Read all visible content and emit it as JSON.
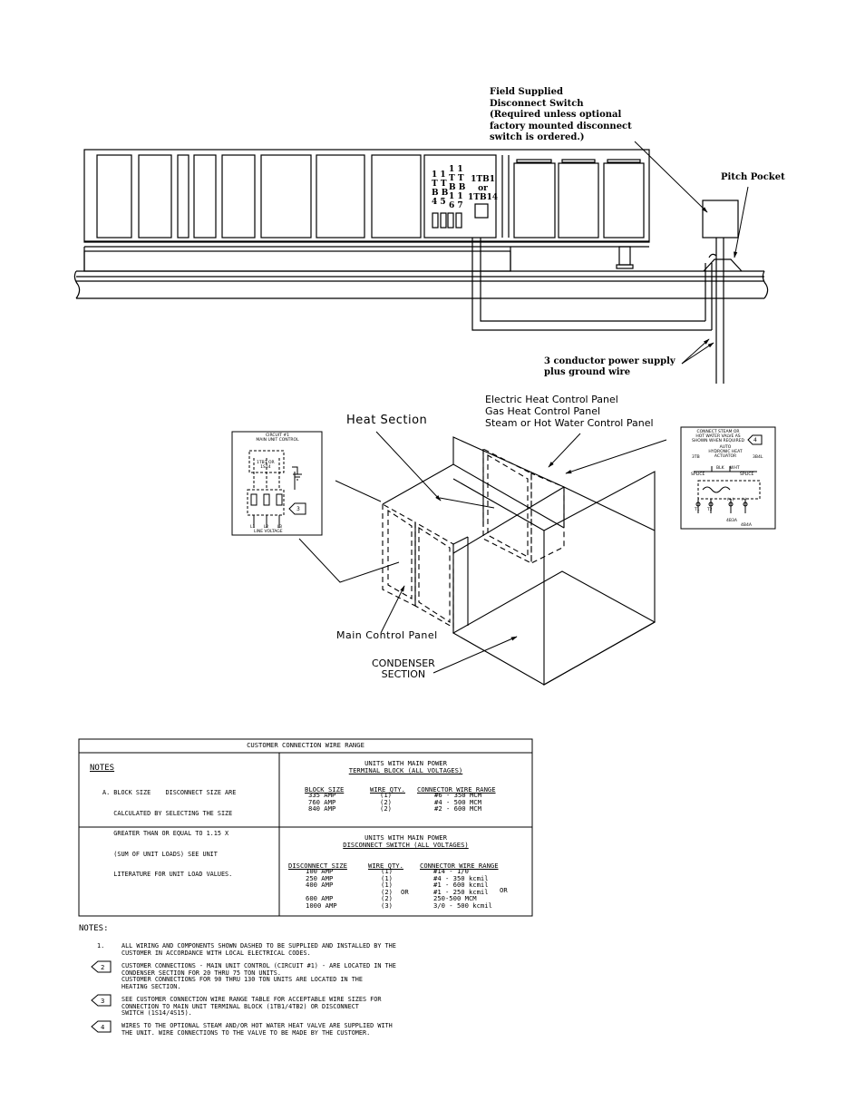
{
  "top": {
    "disconnect_label": [
      "Field Supplied",
      "Disconnect Switch",
      "(Required unless optional",
      "factory mounted disconnect",
      "switch is ordered.)"
    ],
    "pitch_pocket": "Pitch Pocket",
    "power_supply": [
      "3 conductor power supply",
      "plus ground wire"
    ],
    "tb_label_a": [
      "1 1",
      "T T",
      "B B",
      "4 5"
    ],
    "tb_label_b": [
      "1 1",
      "T T",
      "B B",
      "1 1",
      "6 7"
    ],
    "tb_label_c": [
      "1TB1",
      "or",
      "1TB14"
    ]
  },
  "iso": {
    "panels_label": [
      "Electric Heat Control Panel",
      "Gas Heat Control Panel",
      "Steam or Hot Water Control Panel"
    ],
    "heat_section": "Heat Section",
    "main_control_panel": "Main Control Panel",
    "condenser": [
      "CONDENSER",
      "SECTION"
    ]
  },
  "left_inset": {
    "title": [
      "CIRCUIT #1",
      "MAIN UNIT CONTROL"
    ],
    "tb": [
      "1TB1 OR",
      "1S14"
    ],
    "line_voltage": "LINE VOLTAGE",
    "callout": "3",
    "terms": [
      "L1",
      "L2",
      "L3"
    ]
  },
  "right_inset": {
    "title": [
      "CONNECT STEAM OR",
      "HOT WATER VALVE AS",
      "SHOWN WHEN REQUIRED"
    ],
    "sub": [
      "AUTO",
      "HYDRONIC HEAT",
      "ACTUATOR"
    ],
    "callout": "4",
    "labels": [
      "BLK",
      "WHT",
      "SPLICE",
      "SPLICE",
      "T1",
      "T2",
      "(+)",
      "(-)",
      "4B3A",
      "4B4A",
      "3TB",
      "3B4L"
    ]
  },
  "table": {
    "title": "CUSTOMER CONNECTION WIRE RANGE",
    "notes_heading": "NOTES",
    "note_a": [
      "A. BLOCK SIZE    DISCONNECT SIZE ARE",
      "   CALCULATED BY SELECTING THE SIZE",
      "   GREATER THAN OR EQUAL TO 1.15 X",
      "   (SUM OF UNIT LOADS) SEE UNIT",
      "   LITERATURE FOR UNIT LOAD VALUES."
    ],
    "tb_heading": [
      "UNITS WITH MAIN POWER",
      "TERMINAL BLOCK (ALL VOLTAGES)"
    ],
    "tb_cols": [
      "BLOCK SIZE",
      "WIRE QTY.",
      "CONNECTOR WIRE RANGE"
    ],
    "tb_rows": [
      [
        "335 AMP",
        "(1)",
        "#6 - 350 MCM"
      ],
      [
        "760 AMP",
        "(2)",
        "#4 - 500 MCM"
      ],
      [
        "840 AMP",
        "(2)",
        "#2 - 600 MCM"
      ]
    ],
    "ds_heading": [
      "UNITS WITH MAIN POWER",
      "DISCONNECT SWITCH (ALL VOLTAGES)"
    ],
    "ds_cols": [
      "DISCONNECT SIZE",
      "WIRE QTY.",
      "CONNECTOR WIRE RANGE"
    ],
    "ds_rows": [
      [
        "100 AMP",
        "(1)",
        "#14 - 1/0"
      ],
      [
        "250 AMP",
        "(1)",
        "#4 - 350 kcmil"
      ],
      [
        "400 AMP",
        "(1)",
        "#1 - 600 kcmil"
      ],
      [
        "",
        "(2)",
        "#1 - 250 kcmil"
      ],
      [
        "600 AMP",
        "(2)",
        "250-500 MCM"
      ],
      [
        "1000 AMP",
        "(3)",
        "3/0 - 500 kcmil"
      ]
    ],
    "ds_or": [
      "OR",
      "OR"
    ]
  },
  "notes": {
    "heading": "NOTES:",
    "items": [
      {
        "num": "1.",
        "lines": [
          "ALL WIRING AND COMPONENTS SHOWN DASHED TO BE SUPPLIED AND INSTALLED BY THE",
          "CUSTOMER IN ACCORDANCE WITH LOCAL ELECTRICAL CODES."
        ]
      },
      {
        "num": "2",
        "lines": [
          "CUSTOMER CONNECTIONS - MAIN UNIT CONTROL (CIRCUIT #1) - ARE LOCATED IN THE",
          "CONDENSER SECTION FOR 20 THRU 75 TON UNITS.",
          "CUSTOMER CONNECTIONS FOR 90 THRU 130 TON UNITS ARE LOCATED IN THE",
          "HEATING SECTION."
        ]
      },
      {
        "num": "3",
        "lines": [
          "SEE CUSTOMER CONNECTION WIRE RANGE TABLE FOR ACCEPTABLE WIRE SIZES FOR",
          "CONNECTION TO MAIN UNIT TERMINAL BLOCK (1TB1/4TB2) OR DISCONNECT",
          "SWITCH (1S14/4S15)."
        ]
      },
      {
        "num": "4",
        "lines": [
          "WIRES TO THE OPTIONAL STEAM AND/OR HOT WATER HEAT VALVE ARE SUPPLIED WITH",
          "THE UNIT. WIRE CONNECTIONS TO THE VALVE TO BE MADE BY THE CUSTOMER."
        ]
      }
    ]
  }
}
